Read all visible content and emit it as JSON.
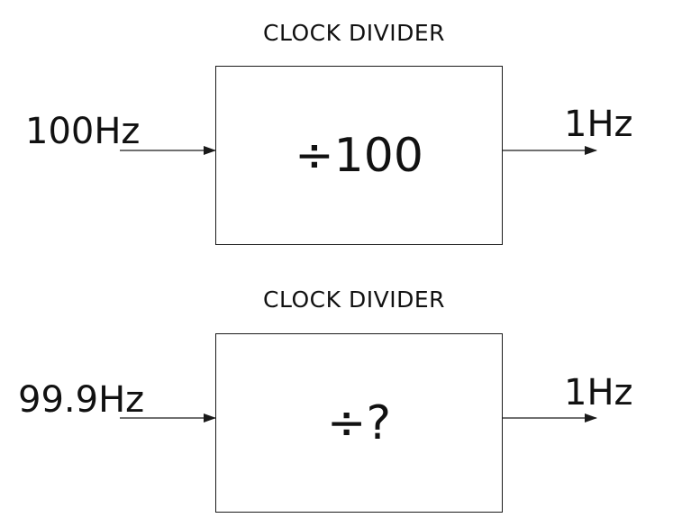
{
  "blocks": [
    {
      "title": "CLOCK DIVIDER",
      "operation": "÷100",
      "input_frequency": "100Hz",
      "output_frequency": "1Hz"
    },
    {
      "title": "CLOCK DIVIDER",
      "operation": "÷?",
      "input_frequency": "99.9Hz",
      "output_frequency": "1Hz"
    }
  ],
  "colors": {
    "line": "#1a1a1a",
    "text": "#111111",
    "background": "#ffffff"
  }
}
